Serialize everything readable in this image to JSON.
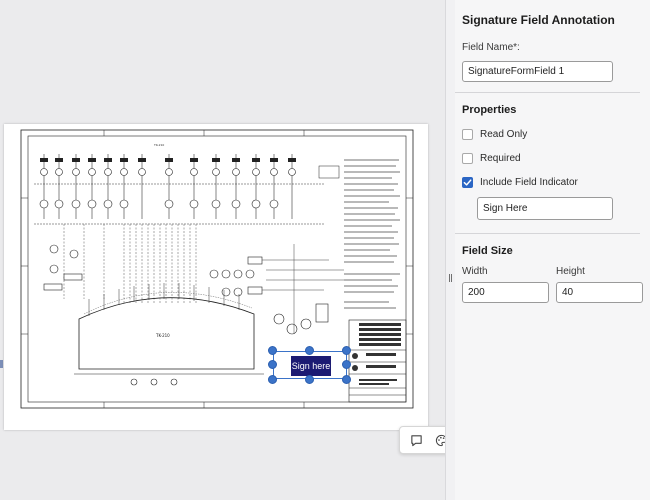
{
  "viewer": {
    "signature_label": "Sign here",
    "drawing_labels": {
      "tank_top": "TK-210",
      "tank_main": "TK-210"
    }
  },
  "toolbar": {
    "icons": [
      "comment-icon",
      "palette-icon",
      "edit-icon",
      "trash-icon"
    ]
  },
  "panel": {
    "title": "Signature Field Annotation",
    "field_name_label": "Field Name*:",
    "field_name_value": "SignatureFormField 1",
    "properties_title": "Properties",
    "read_only_label": "Read Only",
    "read_only_checked": false,
    "required_label": "Required",
    "required_checked": false,
    "indicator_label": "Include Field Indicator",
    "indicator_checked": true,
    "indicator_value": "Sign Here",
    "field_size_title": "Field Size",
    "width_label": "Width",
    "width_value": "200",
    "height_label": "Height",
    "height_value": "40"
  },
  "colors": {
    "accent": "#2b66c4",
    "signature_fill": "#1c1b73"
  }
}
